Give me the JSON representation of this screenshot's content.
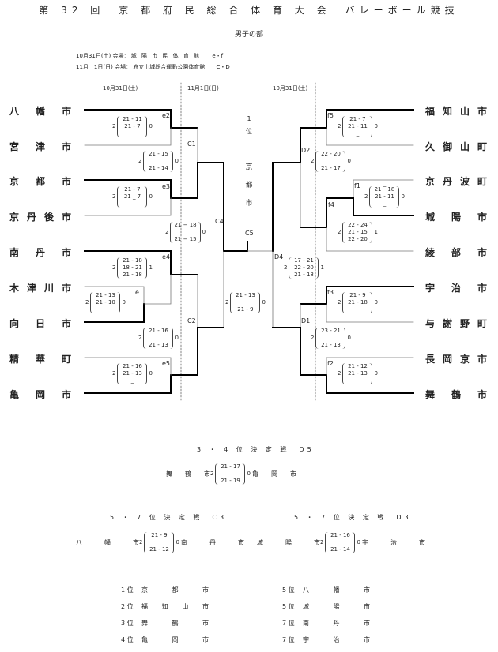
{
  "header": {
    "title": "第 32 回　京 都 府 民 総 合 体 育 大 会　バレーボール競技",
    "division": "男子の部",
    "venues": [
      {
        "date": "10月31日(土)",
        "label": "会場：",
        "place": "城 陽 市 民 体 育 館",
        "courts": "e・f"
      },
      {
        "date": "11月　1日(日)",
        "label": "会場：",
        "place": "府立山城総合運動公園体育館",
        "courts": "C・D"
      }
    ],
    "column_dates": {
      "left": "10月31日(土)",
      "center": "11月1日(日)",
      "right": "10月31日(土)"
    }
  },
  "bracket": {
    "left_teams": [
      [
        "八",
        "幡",
        "市"
      ],
      [
        "宮",
        "津",
        "市"
      ],
      [
        "京",
        "都",
        "市"
      ],
      [
        "京",
        "丹",
        "後",
        "市"
      ],
      [
        "南",
        "丹",
        "市"
      ],
      [
        "木",
        "津",
        "川",
        "市"
      ],
      [
        "向",
        "日",
        "市"
      ],
      [
        "精",
        "華",
        "町"
      ],
      [
        "亀",
        "岡",
        "市"
      ]
    ],
    "right_teams": [
      [
        "福",
        "知",
        "山",
        "市"
      ],
      [
        "久",
        "御",
        "山",
        "町"
      ],
      [
        "京",
        "丹",
        "波",
        "町"
      ],
      [
        "城",
        "陽",
        "市"
      ],
      [
        "綾",
        "部",
        "市"
      ],
      [
        "宇",
        "治",
        "市"
      ],
      [
        "与",
        "謝",
        "野",
        "町"
      ],
      [
        "長",
        "岡",
        "京",
        "市"
      ],
      [
        "舞",
        "鶴",
        "市"
      ]
    ],
    "match_labels": {
      "e1": "e1",
      "e2": "e2",
      "e3": "e3",
      "e4": "e4",
      "e5": "e5",
      "C1": "C1",
      "C2": "C2",
      "C4": "C4",
      "C5": "C5",
      "f1": "f1",
      "f2": "f2",
      "f3": "f3",
      "f4": "f4",
      "f5": "f5",
      "D1": "D1",
      "D2": "D2",
      "D4": "D4"
    },
    "scores": {
      "e2": {
        "w": "2",
        "sets": [
          "21 - 11",
          "21 - 7",
          ""
        ],
        "l": "0"
      },
      "C1": {
        "w": "2",
        "sets": [
          "21 - 15",
          "",
          "21 - 14"
        ],
        "l": "0"
      },
      "e3": {
        "w": "2",
        "sets": [
          "21 - 7",
          "21 _ 7",
          ""
        ],
        "l": "0"
      },
      "C4": {
        "w": "2",
        "sets": [
          "21 − 18",
          "",
          "21 − 15"
        ],
        "l": "0"
      },
      "e4": {
        "w": "2",
        "sets": [
          "21 - 18",
          "18 - 21",
          "21 - 18"
        ],
        "l": "1"
      },
      "e1": {
        "w": "2",
        "sets": [
          "21 - 13",
          "21 - 10",
          ""
        ],
        "l": "0"
      },
      "C2": {
        "w": "2",
        "sets": [
          "21 - 16",
          "",
          "21 - 13"
        ],
        "l": "0"
      },
      "e5": {
        "w": "2",
        "sets": [
          "21 - 16",
          "21 - 13",
          "_"
        ],
        "l": "0"
      },
      "C5": {
        "w": "2",
        "sets": [
          "21 - 13",
          "",
          "21 - 9"
        ],
        "l": "0"
      },
      "f5": {
        "w": "2",
        "sets": [
          "21 - 7",
          "21 - 11",
          "_"
        ],
        "l": "0"
      },
      "D2": {
        "w": "2",
        "sets": [
          "22 - 20",
          "",
          "21 - 17"
        ],
        "l": "0"
      },
      "f1": {
        "w": "2",
        "sets": [
          "21 ‾ 18",
          "21 - 11",
          "_"
        ],
        "l": "0"
      },
      "f4": {
        "w": "2",
        "sets": [
          "22 - 24",
          "21 - 15",
          "22 - 20"
        ],
        "l": "1"
      },
      "D4": {
        "w": "2",
        "sets": [
          "17 - 21",
          "22 - 20",
          "21 - 18"
        ],
        "l": "1"
      },
      "f3": {
        "w": "2",
        "sets": [
          "21 - 9",
          "21 - 18",
          ""
        ],
        "l": "0"
      },
      "D1": {
        "w": "2",
        "sets": [
          "23 - 21",
          "",
          "21 - 13"
        ],
        "l": "0"
      },
      "f2": {
        "w": "2",
        "sets": [
          "21 - 12",
          "21 - 13",
          ""
        ],
        "l": "0"
      }
    },
    "champion": {
      "rank": "1",
      "rank_suffix": "位",
      "name": [
        "京",
        "都",
        "市"
      ]
    }
  },
  "classification": [
    {
      "title": "3 ・ 4 位 決 定 戦　D5",
      "winner": [
        "舞",
        "鶴",
        "市"
      ],
      "loser": [
        "亀",
        "岡",
        "市"
      ],
      "w": "2",
      "l": "0",
      "sets": [
        "21 - 17",
        "",
        "21 - 19"
      ]
    },
    {
      "title": "5 ・ 7 位 決 定 戦　C3",
      "winner": [
        "八",
        "幡",
        "市"
      ],
      "loser": [
        "南",
        "丹",
        "市"
      ],
      "w": "2",
      "l": "0",
      "sets": [
        "21 - 9",
        "",
        "21 - 12"
      ]
    },
    {
      "title": "5 ・ 7 位 決 定 戦　D3",
      "winner": [
        "城",
        "陽",
        "市"
      ],
      "loser": [
        "宇",
        "治",
        "市"
      ],
      "w": "2",
      "l": "0",
      "sets": [
        "21 - 16",
        "",
        "21 - 14"
      ]
    }
  ],
  "final_ranking": {
    "left": [
      {
        "rank": "1 位",
        "name": [
          "京",
          "都",
          "市"
        ]
      },
      {
        "rank": "2 位",
        "name": [
          "福",
          "知",
          "山",
          "市"
        ]
      },
      {
        "rank": "3 位",
        "name": [
          "舞",
          "鶴",
          "市"
        ]
      },
      {
        "rank": "4 位",
        "name": [
          "亀",
          "岡",
          "市"
        ]
      }
    ],
    "right": [
      {
        "rank": "5 位",
        "name": [
          "八",
          "幡",
          "市"
        ]
      },
      {
        "rank": "5 位",
        "name": [
          "城",
          "陽",
          "市"
        ]
      },
      {
        "rank": "7 位",
        "name": [
          "南",
          "丹",
          "市"
        ]
      },
      {
        "rank": "7 位",
        "name": [
          "宇",
          "治",
          "市"
        ]
      }
    ]
  }
}
